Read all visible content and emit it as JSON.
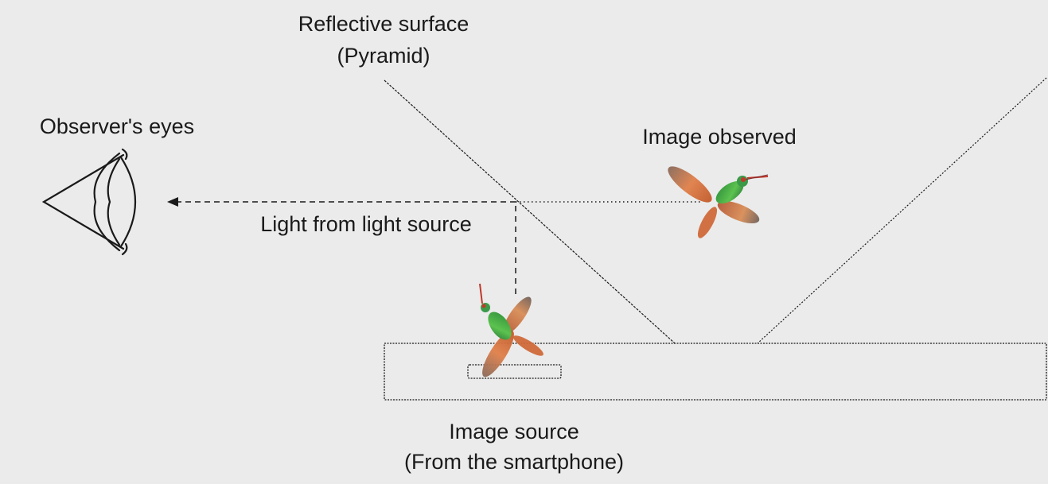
{
  "labels": {
    "reflective_surface_line1": "Reflective surface",
    "reflective_surface_line2": "(Pyramid)",
    "observer_eyes": "Observer's eyes",
    "image_observed": "Image observed",
    "light_from_source": "Light from light source",
    "image_source_line1": "Image source",
    "image_source_line2": "(From the smartphone)"
  },
  "icons": {
    "eye": "eye-icon",
    "bird_observed": "hummingbird-icon",
    "bird_source": "hummingbird-icon"
  },
  "colors": {
    "background": "#ebebeb",
    "line": "#1a1a1a",
    "bird_green": "#3fae4a",
    "bird_orange": "#e07a3a",
    "bird_red": "#c0392b"
  }
}
